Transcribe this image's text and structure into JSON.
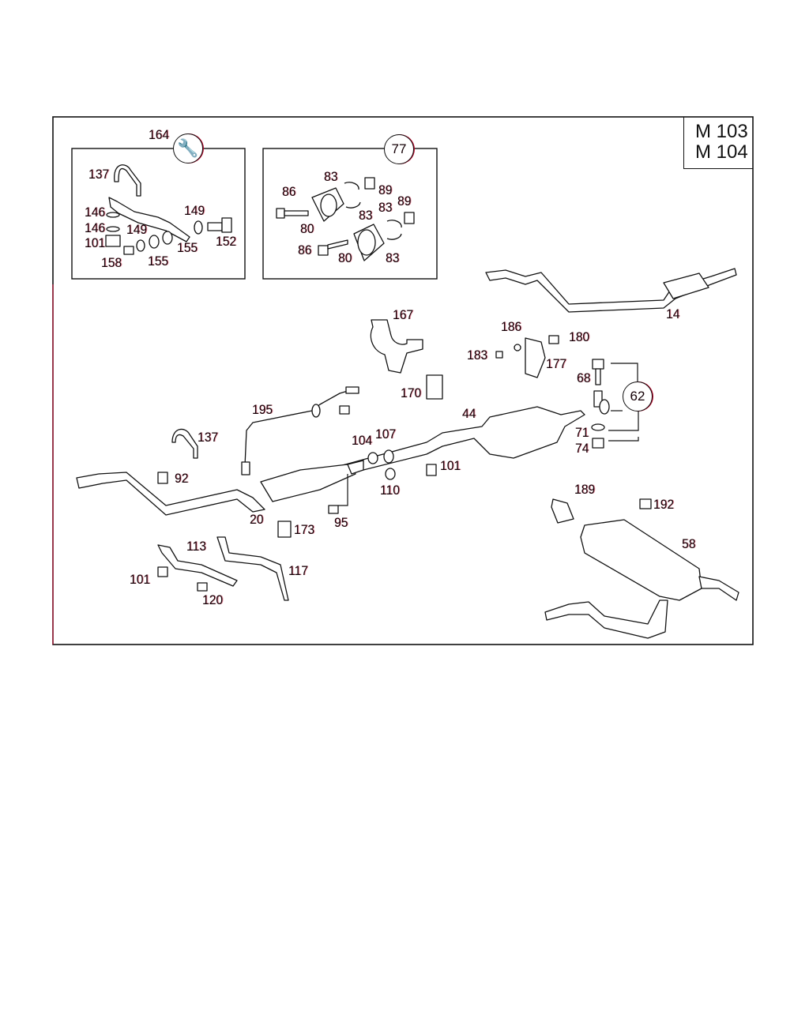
{
  "model_codes": [
    "M 103",
    "M 104"
  ],
  "circled_refs": {
    "kit_left": "164",
    "kit_right": "77",
    "mount_group": "62"
  },
  "icons": {
    "kit_left": "wrench-icon"
  },
  "labels": [
    "164",
    "137",
    "146",
    "146",
    "101",
    "149",
    "149",
    "158",
    "155",
    "155",
    "152",
    "86",
    "83",
    "89",
    "89",
    "83",
    "83",
    "80",
    "86",
    "80",
    "83",
    "167",
    "186",
    "183",
    "180",
    "177",
    "68",
    "14",
    "170",
    "44",
    "195",
    "137",
    "104",
    "107",
    "71",
    "74",
    "92",
    "101",
    "110",
    "20",
    "95",
    "173",
    "189",
    "192",
    "58",
    "113",
    "117",
    "101",
    "120"
  ],
  "colors": {
    "line": "#111111",
    "accent": "#c00028"
  }
}
